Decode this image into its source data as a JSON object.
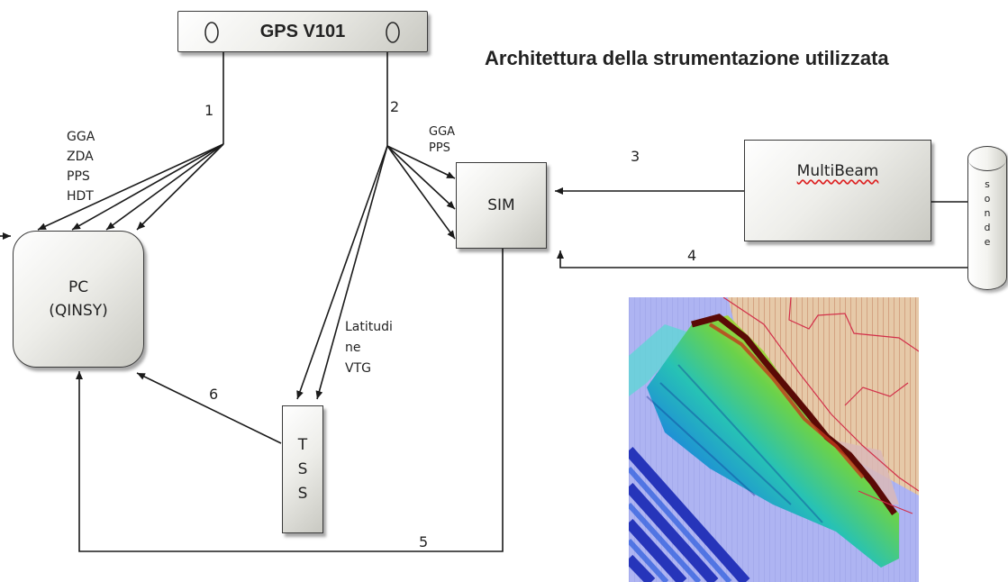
{
  "title": "Architettura della strumentazione utilizzata",
  "gps": {
    "label": "GPS V101"
  },
  "pc": {
    "line1": "PC",
    "line2": "(QINSY)"
  },
  "sim": {
    "label": "SIM"
  },
  "multibeam": {
    "label": "MultiBeam"
  },
  "sonde": {
    "letters": "s\no\nn\nd\ne"
  },
  "tss": {
    "letters": "T\nS\nS"
  },
  "connections": {
    "c1": "1",
    "c2": "2",
    "c3": "3",
    "c4": "4",
    "c5": "5",
    "c6": "6"
  },
  "messages": {
    "pc_feed": "GGA\nZDA\nPPS\nHDT",
    "sim_feed": "GGA\nPPS",
    "tss_feed": "Latitudi\nne\nVTG"
  },
  "colors": {
    "line": "#1a1a1a",
    "box_dark": "#c9c9c2",
    "map_bg": "#aeb4f2"
  }
}
